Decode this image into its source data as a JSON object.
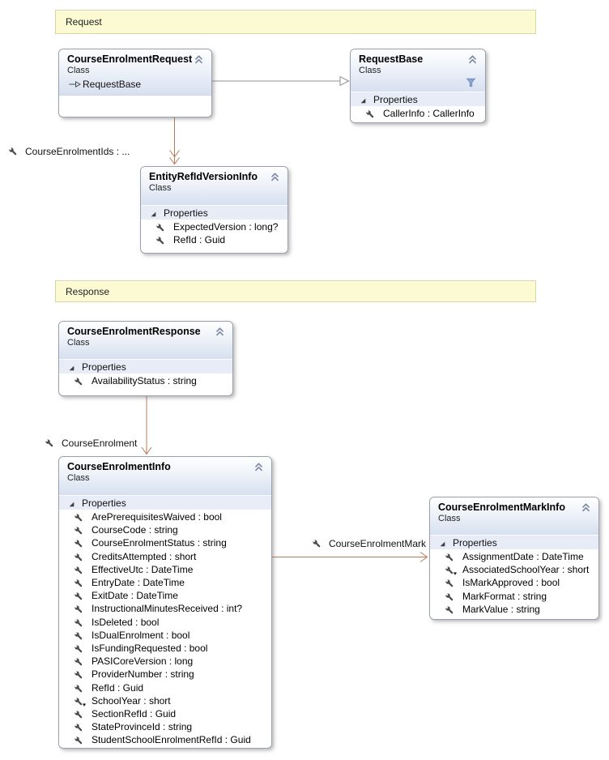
{
  "colors": {
    "association": "#b97a57",
    "inheritance": "#8f8f8f",
    "comment_bg": "#fbfad3",
    "comment_border": "#d9d7a0",
    "header_tint": "#d7e0f0",
    "band_bg": "#e7ecf6",
    "filter_icon": "#8aa4cf"
  },
  "comments": {
    "request": {
      "label": "Request"
    },
    "response": {
      "label": "Response"
    }
  },
  "classes": {
    "course_enrolment_request": {
      "title": "CourseEnrolmentRequest",
      "kind": "Class",
      "base_type": "RequestBase"
    },
    "request_base": {
      "title": "RequestBase",
      "kind": "Class",
      "section": "Properties",
      "rows": [
        {
          "text": "CallerInfo : CallerInfo"
        }
      ]
    },
    "entity_ref_id_version_info": {
      "title": "EntityRefIdVersionInfo",
      "kind": "Class",
      "section": "Properties",
      "rows": [
        {
          "text": "ExpectedVersion : long?"
        },
        {
          "text": "RefId : Guid"
        }
      ]
    },
    "course_enrolment_response": {
      "title": "CourseEnrolmentResponse",
      "kind": "Class",
      "section": "Properties",
      "rows": [
        {
          "text": "AvailabilityStatus : string"
        }
      ]
    },
    "course_enrolment_info": {
      "title": "CourseEnrolmentInfo",
      "kind": "Class",
      "section": "Properties",
      "rows": [
        {
          "text": "ArePrerequisitesWaived : bool"
        },
        {
          "text": "CourseCode : string"
        },
        {
          "text": "CourseEnrolmentStatus : string"
        },
        {
          "text": "CreditsAttempted : short"
        },
        {
          "text": "EffectiveUtc : DateTime"
        },
        {
          "text": "EntryDate : DateTime"
        },
        {
          "text": "ExitDate : DateTime"
        },
        {
          "text": "InstructionalMinutesReceived : int?"
        },
        {
          "text": "IsDeleted : bool"
        },
        {
          "text": "IsDualEnrolment : bool"
        },
        {
          "text": "IsFundingRequested : bool"
        },
        {
          "text": "PASICoreVersion : long"
        },
        {
          "text": "ProviderNumber : string"
        },
        {
          "text": "RefId : Guid"
        },
        {
          "text": "SchoolYear : short",
          "badge": true
        },
        {
          "text": "SectionRefId : Guid"
        },
        {
          "text": "StateProvinceId : string"
        },
        {
          "text": "StudentSchoolEnrolmentRefId : Guid"
        }
      ]
    },
    "course_enrolment_mark_info": {
      "title": "CourseEnrolmentMarkInfo",
      "kind": "Class",
      "section": "Properties",
      "rows": [
        {
          "text": "AssignmentDate : DateTime"
        },
        {
          "text": "AssociatedSchoolYear : short",
          "badge": true
        },
        {
          "text": "IsMarkApproved : bool"
        },
        {
          "text": "MarkFormat : string"
        },
        {
          "text": "MarkValue : string"
        }
      ]
    }
  },
  "association_labels": {
    "ids": {
      "label": "CourseEnrolmentIds  : ..."
    },
    "enrolment": {
      "label": "CourseEnrolment"
    },
    "mark": {
      "label": "CourseEnrolmentMark"
    }
  }
}
